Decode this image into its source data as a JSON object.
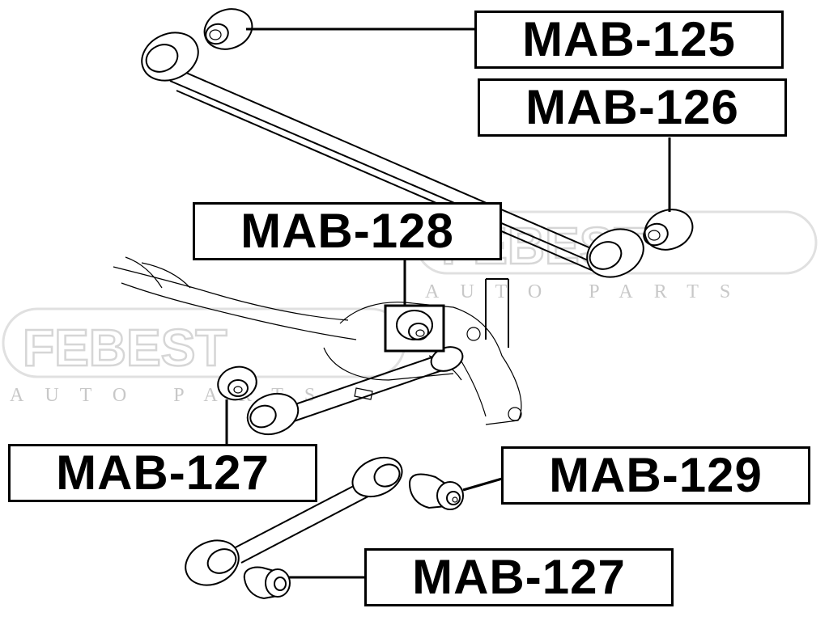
{
  "watermark": {
    "brand": "FEBEST",
    "tagline": "AUTO PARTS"
  },
  "labels": {
    "mab125": "MAB-125",
    "mab126": "MAB-126",
    "mab128": "MAB-128",
    "mab127_upper": "MAB-127",
    "mab129": "MAB-129",
    "mab127_lower": "MAB-127"
  },
  "colors": {
    "line": "#000000",
    "watermark": "#d6d6d6",
    "background": "#ffffff"
  }
}
